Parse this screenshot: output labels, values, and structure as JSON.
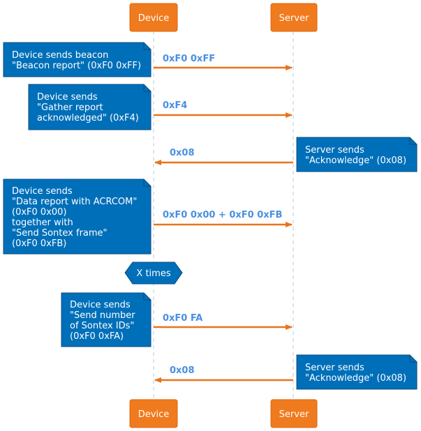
{
  "colors": {
    "participant": "#F07A1E",
    "arrow": "#E8731C",
    "label": "#4A8FE0",
    "note": "#006FB9",
    "note_border": "#0A4A80",
    "lifeline": "#B8C8D8"
  },
  "participants": [
    {
      "id": "device",
      "label": "Device"
    },
    {
      "id": "server",
      "label": "Server"
    }
  ],
  "messages": [
    {
      "from": "device",
      "to": "server",
      "label": "0xF0 0xFF"
    },
    {
      "from": "device",
      "to": "server",
      "label": "0xF4"
    },
    {
      "from": "server",
      "to": "device",
      "label": "0x08"
    },
    {
      "from": "device",
      "to": "server",
      "label": "0xF0 0x00 + 0xF0 0xFB"
    },
    {
      "from": "device",
      "to": "server",
      "label": "0xF0 FA"
    },
    {
      "from": "server",
      "to": "device",
      "label": "0x08"
    }
  ],
  "notes": [
    {
      "side": "left",
      "lines": [
        "Device sends beacon",
        "\"Beacon report\" (0xF0 0xFF)"
      ]
    },
    {
      "side": "left",
      "lines": [
        "Device sends",
        "\"Gather report",
        "acknowledged\" (0xF4)"
      ]
    },
    {
      "side": "right",
      "lines": [
        "Server sends",
        "\"Acknowledge\" (0x08)"
      ]
    },
    {
      "side": "left",
      "lines": [
        "Device sends",
        "\"Data report with ACRCOM\"",
        "(0xF0 0x00)",
        "together with",
        "\"Send Sontex frame\"",
        "(0xF0 0xFB)"
      ]
    },
    {
      "side": "left",
      "lines": [
        "Device sends",
        "\"Send number",
        "of Sontex IDs\"",
        "(0xF0 0xFA)"
      ]
    },
    {
      "side": "right",
      "lines": [
        "Server sends",
        "\"Acknowledge\" (0x08)"
      ]
    }
  ],
  "loop": {
    "label": "X times"
  }
}
